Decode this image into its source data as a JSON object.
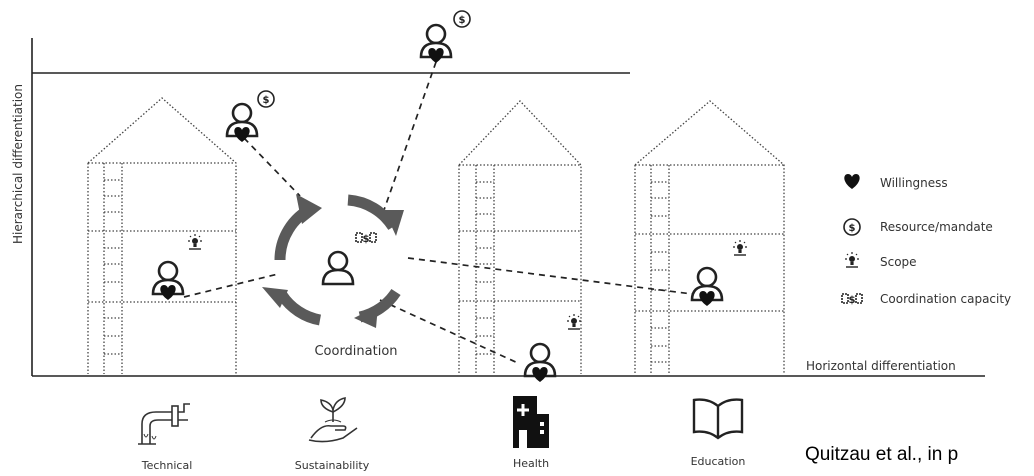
{
  "axes": {
    "y_label": "Hierarchical differentiation",
    "x_label": "Horizontal differentiation"
  },
  "center_label": "Coordination",
  "legend": [
    {
      "icon": "heart-icon",
      "label": "Willingness"
    },
    {
      "icon": "dollar-circle-icon",
      "label": "Resource/mandate"
    },
    {
      "icon": "lightbulb-scope-icon",
      "label": "Scope"
    },
    {
      "icon": "coordination-capacity-icon",
      "label": "Coordination capacity"
    }
  ],
  "sectors": [
    {
      "icon": "water-pipe-icon",
      "label": "Technical"
    },
    {
      "icon": "plant-hand-icon",
      "label": "Sustainability"
    },
    {
      "icon": "hospital-building-icon",
      "label": "Health"
    },
    {
      "icon": "open-book-icon",
      "label": "Education"
    }
  ],
  "caption": "Quitzau et al., in p",
  "colors": {
    "ink": "#222222",
    "arrow": "#5a5a5a",
    "line": "#333333"
  }
}
